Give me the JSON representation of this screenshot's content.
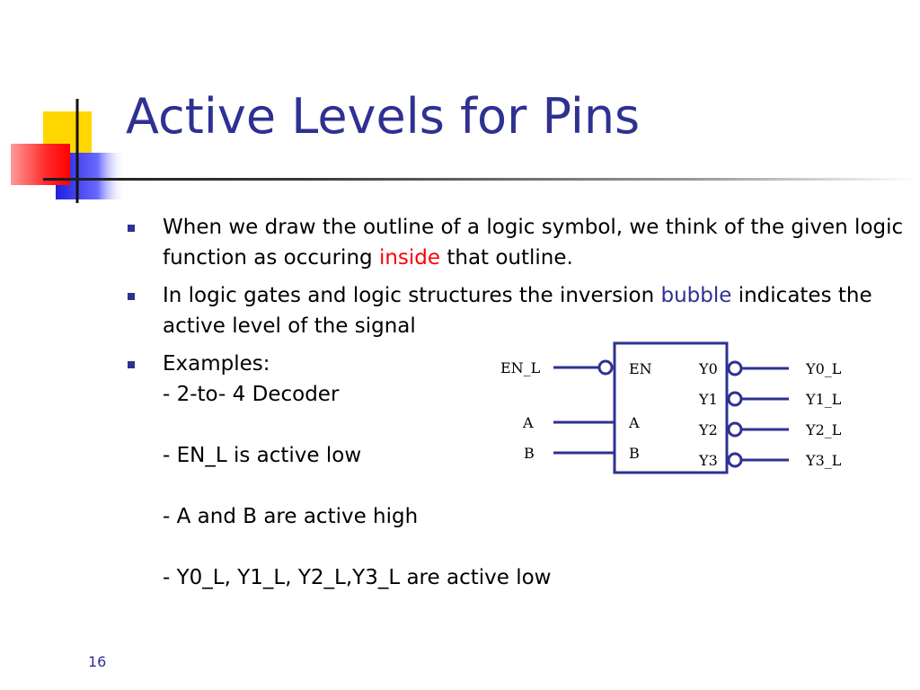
{
  "slide": {
    "title": "Active Levels for Pins",
    "page_number": "16",
    "bullets": [
      {
        "text_before": "When we draw the outline of a logic symbol, we think of the given logic function as occuring ",
        "highlight": "inside",
        "text_after": " that outline."
      },
      {
        "text_before": "In logic gates and logic structures the inversion ",
        "highlight": "bubble",
        "text_after": " indicates the active level of the signal"
      },
      {
        "heading": "Examples:",
        "lines": [
          "- 2-to- 4 Decoder",
          "",
          "- EN_L is active low",
          "",
          "- A and B are active high",
          "",
          "- Y0_L, Y1_L, Y2_L,Y3_L are active low"
        ]
      }
    ]
  },
  "diagram": {
    "inputs": [
      {
        "signal": "EN_L",
        "pin": "EN",
        "active_low": true
      },
      {
        "signal": "A",
        "pin": "A",
        "active_low": false
      },
      {
        "signal": "B",
        "pin": "B",
        "active_low": false
      }
    ],
    "outputs": [
      {
        "pin": "Y0",
        "signal": "Y0_L",
        "active_low": true
      },
      {
        "pin": "Y1",
        "signal": "Y1_L",
        "active_low": true
      },
      {
        "pin": "Y2",
        "signal": "Y2_L",
        "active_low": true
      },
      {
        "pin": "Y3",
        "signal": "Y3_L",
        "active_low": true
      }
    ]
  },
  "colors": {
    "title": "#2e3192",
    "highlight_inside": "#ff0000",
    "highlight_bubble": "#2e3192",
    "diagram_stroke": "#2e3192"
  }
}
